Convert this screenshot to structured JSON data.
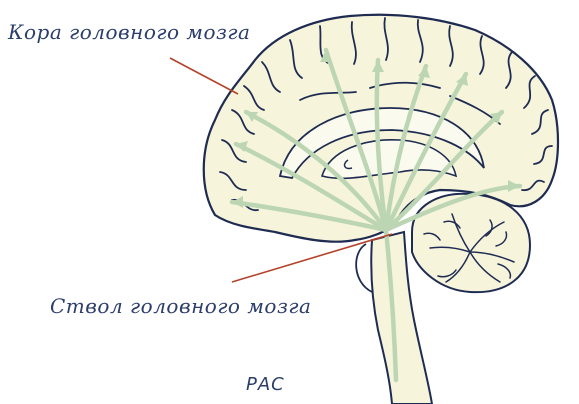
{
  "labels": {
    "cortex": "Кора головного мозга",
    "brainstem": "Ствол головного мозга",
    "ras": "РАС"
  },
  "colors": {
    "outline": "#1f2c52",
    "brain_fill": "#f7f4dc",
    "arrow": "#bcd6b3",
    "pointer_line": "#b5432b",
    "label_text": "#2c3e6b"
  }
}
